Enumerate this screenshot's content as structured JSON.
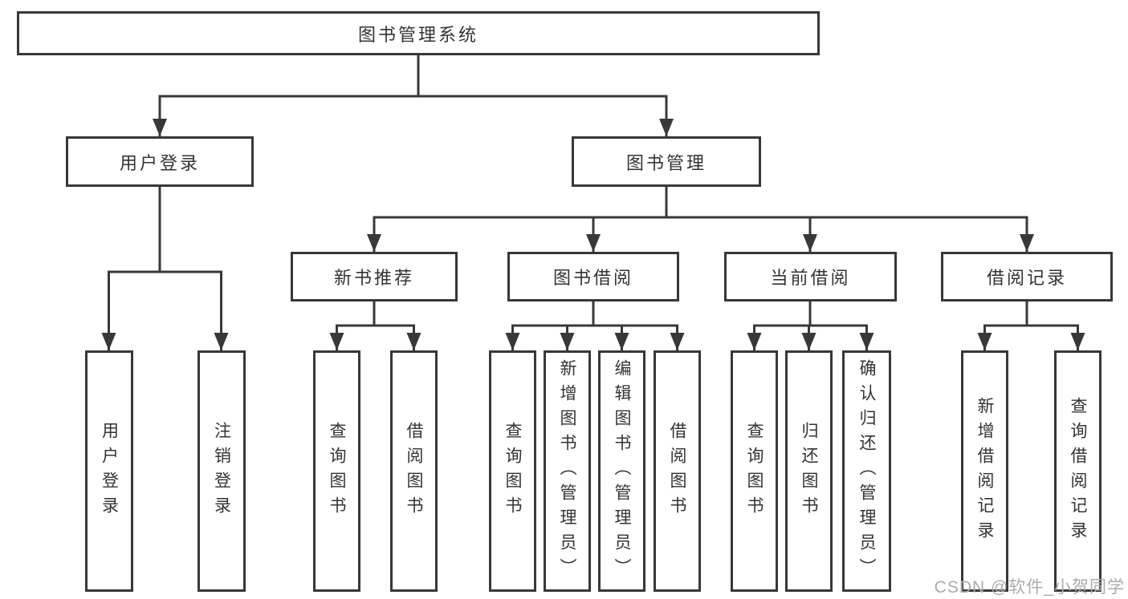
{
  "diagram": {
    "title": "图书管理系统",
    "nodes": {
      "root": "图书管理系统",
      "l2_user": "用户登录",
      "l2_book": "图书管理",
      "l3_newbook": "新书推荐",
      "l3_borrow": "图书借阅",
      "l3_current": "当前借阅",
      "l3_records": "借阅记录"
    },
    "leaves": {
      "user": [
        "用户登录",
        "注销登录"
      ],
      "newbook": [
        "查询图书",
        "借阅图书"
      ],
      "borrow": [
        "查询图书",
        "新增图书（管理员）",
        "编辑图书（管理员）",
        "借阅图书"
      ],
      "current": [
        "查询图书",
        "归还图书",
        "确认归还（管理员）"
      ],
      "records": [
        "新增借阅记录",
        "查询借阅记录"
      ]
    },
    "colors": {
      "line": "#383838",
      "text": "#333333",
      "box_background": "#ffffff",
      "watermark": "#ababab"
    }
  },
  "watermark": "CSDN @软件_小贺同学"
}
